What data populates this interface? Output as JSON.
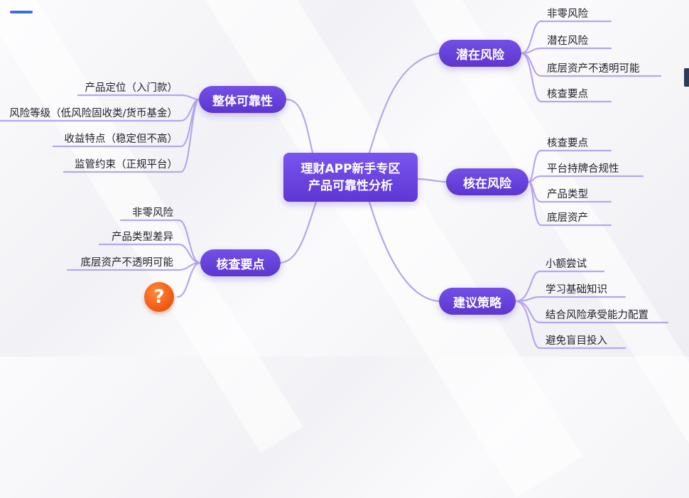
{
  "center": {
    "line1": "理财APP新手专区",
    "line2": "产品可靠性分析"
  },
  "branches": {
    "overall": {
      "label": "整体可靠性",
      "items": [
        "产品定位（入门款）",
        "风险等级（低风险固收类/货币基金）",
        "收益特点（稳定但不高）",
        "监管约束（正规平台）"
      ]
    },
    "check_left": {
      "label": "核查要点",
      "items": [
        "非零风险",
        "产品类型差异",
        "底层资产不透明可能"
      ]
    },
    "potential": {
      "label": "潜在风险",
      "items": [
        "非零风险",
        "潜在风险",
        "底层资产不透明可能",
        "核查要点"
      ]
    },
    "core": {
      "label": "核在风险",
      "items": [
        "核查要点",
        "平台持牌合规性",
        "产品类型",
        "底层资产"
      ]
    },
    "advice": {
      "label": "建议策略",
      "items": [
        "小额尝试",
        "学习基础知识",
        "结合风险承受能力配置",
        "避免盲目投入"
      ]
    }
  },
  "question_badge": "?",
  "colors": {
    "primary": "#6a44e0",
    "line": "#b7a6ec",
    "badge": "#f0560f",
    "text": "#1e1e28"
  }
}
